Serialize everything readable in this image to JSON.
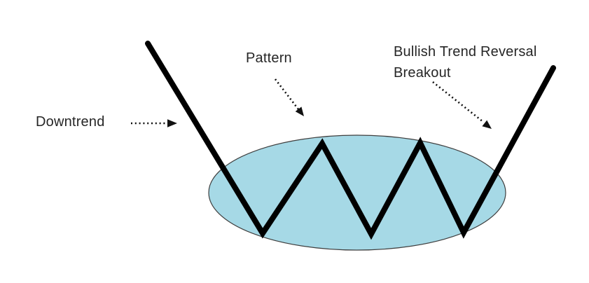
{
  "diagram": {
    "labels": {
      "downtrend": "Downtrend",
      "pattern": "Pattern",
      "breakout_line1": "Bullish Trend Reversal",
      "breakout_line2": "Breakout"
    },
    "colors": {
      "background": "#ffffff",
      "ellipse_fill": "#a6d9e6",
      "ellipse_stroke": "#3f3f3f",
      "price_line": "#000000",
      "arrow": "#111111",
      "text": "#262626"
    }
  }
}
